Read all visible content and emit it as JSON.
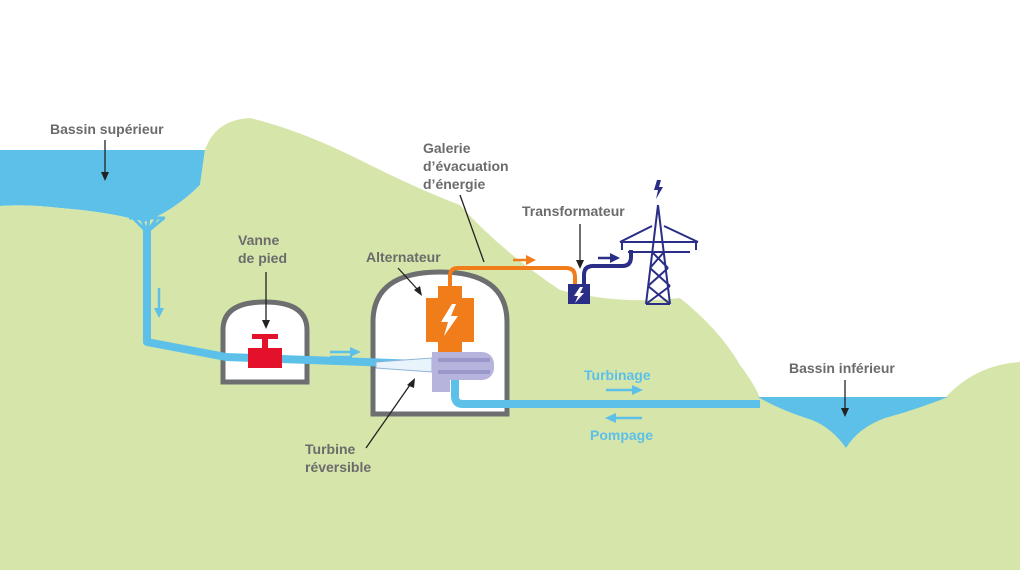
{
  "labels": {
    "bassin_superieur": "Bassin supérieur",
    "vanne_line1": "Vanne",
    "vanne_line2": "de pied",
    "alternateur": "Alternateur",
    "galerie_line1": "Galerie",
    "galerie_line2": "d’évacuation",
    "galerie_line3": "d’énergie",
    "transformateur": "Transformateur",
    "turbine_line1": "Turbine",
    "turbine_line2": "réversible",
    "bassin_inferieur": "Bassin inférieur",
    "turbinage": "Turbinage",
    "pompage": "Pompage"
  },
  "colors": {
    "terrain": "#d6e6aa",
    "water": "#5cc0e8",
    "label_gray": "#6b6b6b",
    "flow_blue": "#5cc0e8",
    "valve_red": "#e3122a",
    "alternator_orange": "#f07d1a",
    "transformer_navy": "#2b2e86",
    "cavern_gray": "#6d6e70",
    "turbine_lavender": "#b6b3dc"
  },
  "icons": [
    "valve-icon",
    "lightning-icon",
    "pylon-icon",
    "arrow-icon"
  ]
}
